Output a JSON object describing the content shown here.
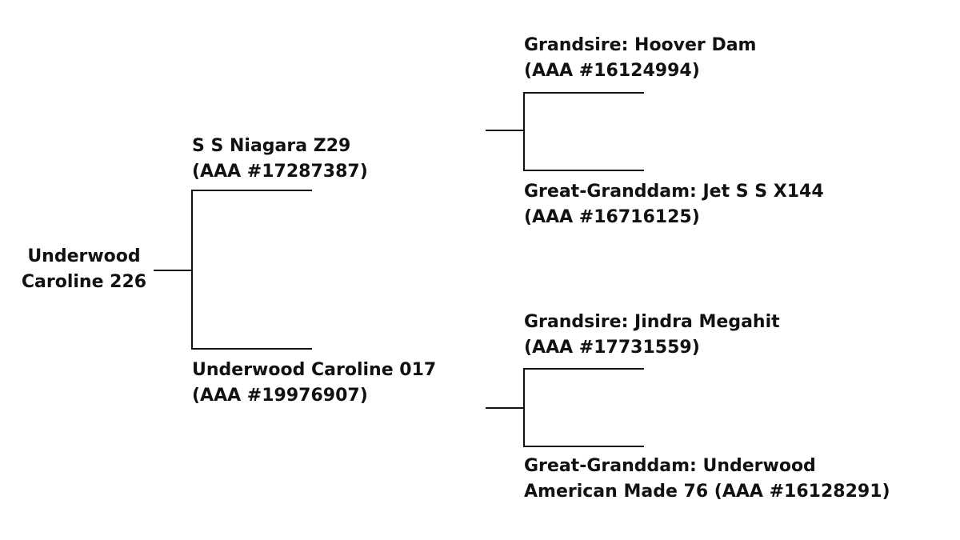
{
  "subject": {
    "line1": "Underwood",
    "line2": "Caroline 226"
  },
  "sire": {
    "line1": "S S Niagara Z29",
    "line2": "(AAA #17287387)"
  },
  "dam": {
    "line1": "Underwood Caroline 017",
    "line2": "(AAA #19976907)"
  },
  "sire_grandsire": {
    "line1": "Grandsire: Hoover Dam",
    "line2": "(AAA #16124994)"
  },
  "sire_granddam": {
    "line1": "Great-Granddam: Jet S S X144",
    "line2": "(AAA #16716125)"
  },
  "dam_grandsire": {
    "line1": "Grandsire: Jindra Megahit",
    "line2": "(AAA #17731559)"
  },
  "dam_granddam": {
    "line1": "Great-Granddam: Underwood",
    "line2": "American Made 76 (AAA #16128291)"
  }
}
